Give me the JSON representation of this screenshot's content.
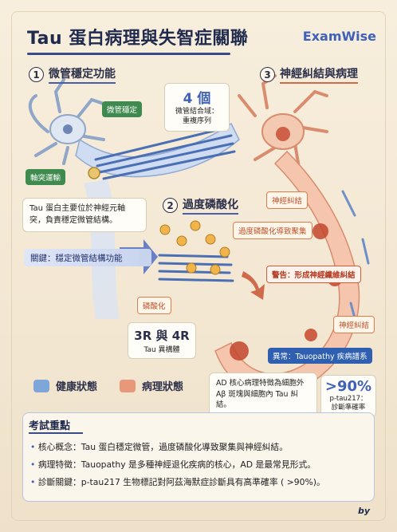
{
  "header": {
    "title": "Tau 蛋白病理與失智症關聯",
    "brand": "ExamWise"
  },
  "section1": {
    "number": "1",
    "title": "微管穩定功能",
    "tag_microtubule": "微管穩定",
    "count_value": "4 個",
    "count_desc_line1": "微管結合域：",
    "count_desc_line2": "重複序列",
    "tag_axonal": "軸突運輸",
    "note_line1": "Tau 蛋白主要位於神經元軸",
    "note_line2": "突，負責穩定微管結構。",
    "key": "關鍵：穩定微管結構功能"
  },
  "section2": {
    "number": "2",
    "title": "過度磷酸化",
    "tag_aggregation": "過度磷酸化導致聚集",
    "tag_phos": "磷酸化",
    "iso_value": "3R 與 4R",
    "iso_desc": "Tau 異構體"
  },
  "section3": {
    "number": "3",
    "title": "神經糾結與病理",
    "tag_tangle_top": "神經糾結",
    "tag_warning": "警告：形成神經纖維糾結",
    "tag_tangle_bottom": "神經糾結",
    "tag_abnormal": "異常：Tauopathy 疾病譜系",
    "ad_note_line1": "AD 核心病理特徵為細胞外",
    "ad_note_line2": "Aβ 斑塊與細胞內 Tau 糾結。",
    "stat_value": ">90%",
    "stat_line1": "p-tau217：",
    "stat_line2": "診斷準確率"
  },
  "legend": {
    "healthy": "健康狀態",
    "pathology": "病理狀態"
  },
  "exam": {
    "title": "考試重點",
    "items": [
      "核心概念：Tau 蛋白穩定微管，過度磷酸化導致聚集與神經糾結。",
      "病理特徵：Tauopathy 是多種神經退化疾病的核心，AD 是最常見形式。",
      "診斷關鍵：p-tau217 生物標記對阿茲海默症診斷具有高準確率 ( >90%)。"
    ]
  },
  "footer": {
    "by": "by"
  },
  "icons": [
    "neuron-healthy-icon",
    "neuron-diseased-icon",
    "phosphate-icon",
    "tangle-icon",
    "arrow-icon",
    "microtubule-icon"
  ],
  "colors": {
    "healthy": "#7fa6d8",
    "pathology": "#e7987a",
    "accent_blue": "#3f62b8",
    "accent_red": "#d65a3c",
    "tag_green": "#3f8a4e"
  }
}
